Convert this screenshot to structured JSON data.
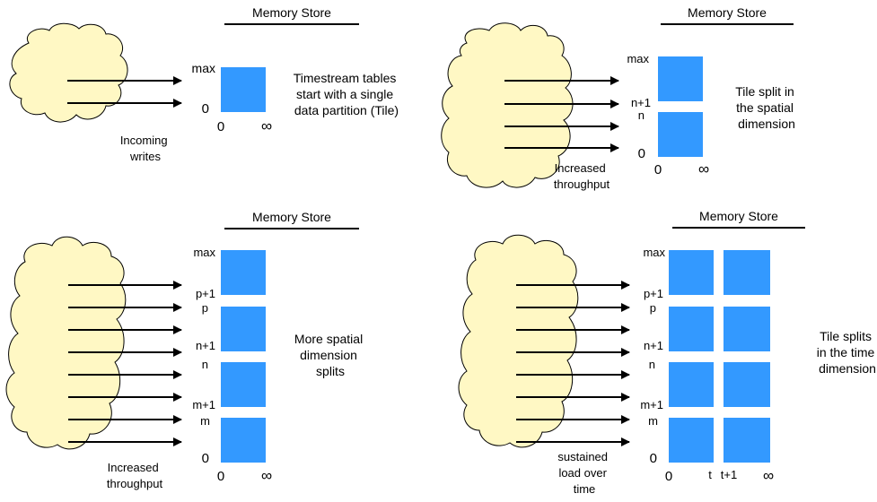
{
  "colors": {
    "cloud_fill": "#FFF8C4",
    "cloud_stroke": "#000000",
    "tile_fill": "#3399FF",
    "arrow": "#000000"
  },
  "icons": [
    "cloud-shape",
    "arrow-icon"
  ],
  "panels": [
    {
      "store_label": "Memory Store",
      "cloud_label": [
        "Incoming",
        "writes"
      ],
      "description": [
        "Timestream tables",
        "start with a single",
        "data partition (Tile)"
      ],
      "y_labels": [
        "max",
        "0"
      ],
      "x_labels": [
        "0",
        "∞"
      ]
    },
    {
      "store_label": "Memory Store",
      "cloud_label": [
        "Increased",
        "throughput"
      ],
      "description": [
        "Tile split in",
        "the spatial",
        "dimension"
      ],
      "y_labels": [
        "max",
        "n+1",
        "n",
        "0"
      ],
      "x_labels": [
        "0",
        "∞"
      ]
    },
    {
      "store_label": "Memory Store",
      "cloud_label": [
        "Increased",
        "throughput"
      ],
      "description": [
        "More spatial",
        "dimension",
        "splits"
      ],
      "y_labels": [
        "max",
        "p+1",
        "p",
        "n+1",
        "n",
        "m+1",
        "m",
        "0"
      ],
      "x_labels": [
        "0",
        "∞"
      ]
    },
    {
      "store_label": "Memory Store",
      "cloud_label": [
        "sustained",
        "load over",
        "time"
      ],
      "description": [
        "Tile splits",
        "in the time",
        "dimension"
      ],
      "y_labels": [
        "max",
        "p+1",
        "p",
        "n+1",
        "n",
        "m+1",
        "m",
        "0"
      ],
      "x_labels": [
        "0",
        "t",
        "t+1",
        "∞"
      ]
    }
  ]
}
